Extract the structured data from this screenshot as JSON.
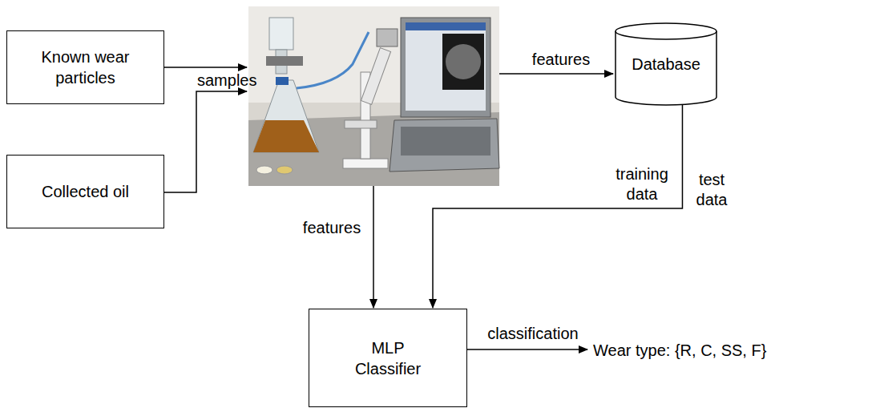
{
  "diagram": {
    "nodes": [
      {
        "text": [
          "Known wear particles"
        ]
      },
      {
        "text": [
          "Collected oil"
        ]
      },
      {
        "text": [
          "Database"
        ]
      },
      {
        "text": [
          "MLP Classifier"
        ]
      }
    ],
    "edges": [
      {
        "from": 2,
        "to": 3,
        "arrow": "to",
        "label": "training data"
      }
    ],
    "labels": [
      "samples",
      "features",
      "features",
      "test data",
      "classification",
      "Wear type: {R, C, SS, F}"
    ]
  }
}
